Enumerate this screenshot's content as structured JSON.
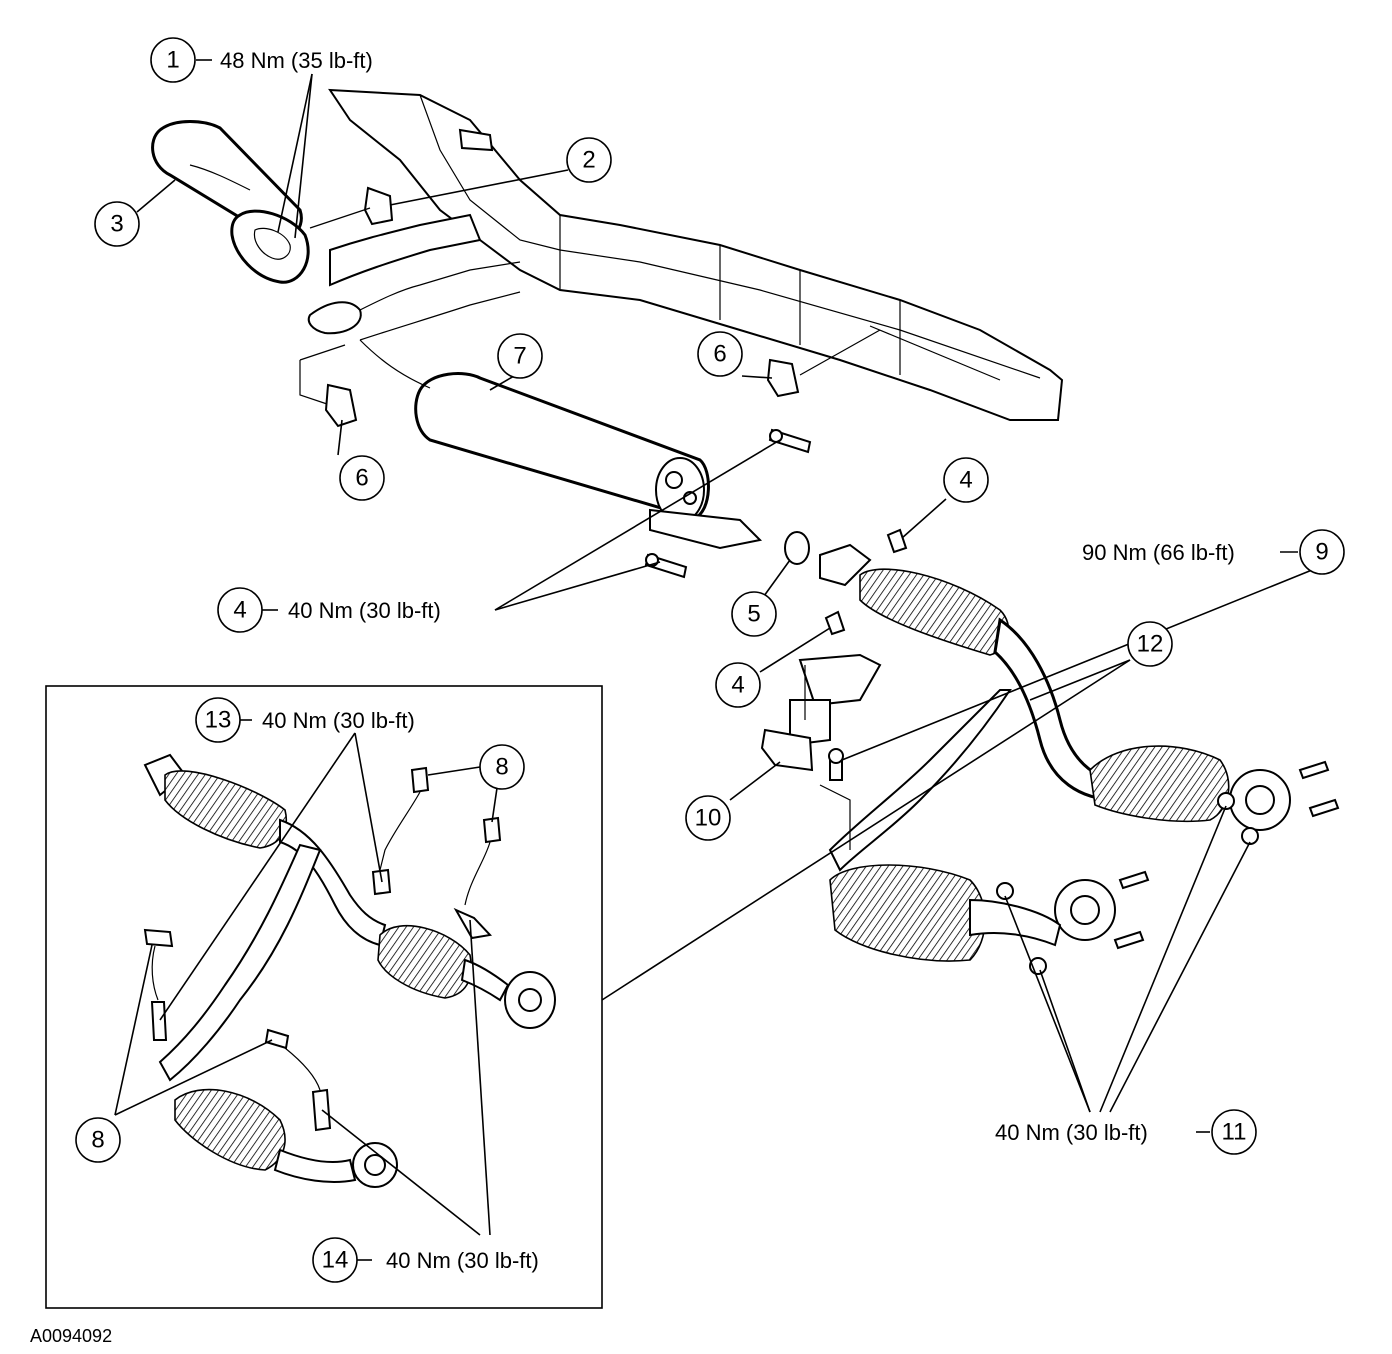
{
  "callouts": {
    "c1": {
      "num": "1",
      "torque": "48 Nm (35 lb-ft)"
    },
    "c2": {
      "num": "2"
    },
    "c3": {
      "num": "3"
    },
    "c4a": {
      "num": "4"
    },
    "c4b": {
      "num": "4",
      "torque": "40 Nm (30 lb-ft)"
    },
    "c4c": {
      "num": "4"
    },
    "c5": {
      "num": "5"
    },
    "c6a": {
      "num": "6"
    },
    "c6b": {
      "num": "6"
    },
    "c7": {
      "num": "7"
    },
    "c8a": {
      "num": "8"
    },
    "c8b": {
      "num": "8"
    },
    "c9": {
      "num": "9",
      "torque": "90 Nm (66 lb-ft)"
    },
    "c10": {
      "num": "10"
    },
    "c11": {
      "num": "11",
      "torque": "40 Nm (30 lb-ft)"
    },
    "c12": {
      "num": "12"
    },
    "c13": {
      "num": "13",
      "torque": "40 Nm (30 lb-ft)"
    },
    "c14": {
      "num": "14",
      "torque": "40 Nm (30 lb-ft)"
    }
  },
  "figure_id": "A0094092"
}
